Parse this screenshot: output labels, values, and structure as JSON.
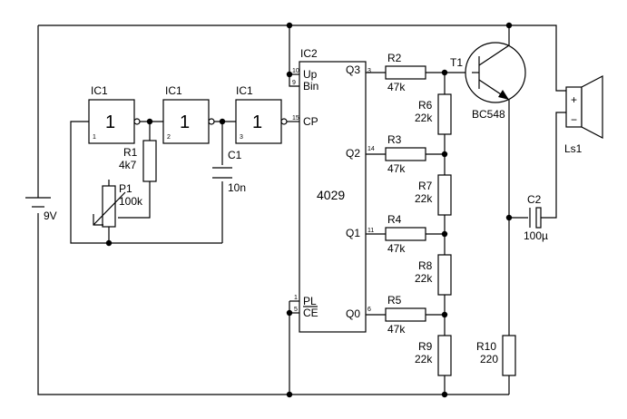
{
  "inverters": [
    {
      "label": "IC1",
      "symbol": "1",
      "pin": "1"
    },
    {
      "label": "IC1",
      "symbol": "1",
      "pin": "2"
    },
    {
      "label": "IC1",
      "symbol": "1",
      "pin": "3"
    }
  ],
  "ic2": {
    "label": "IC2",
    "part": "4029",
    "pins": {
      "up": {
        "num": "10",
        "name": "Up"
      },
      "bin": {
        "num": "9",
        "name": "Bin"
      },
      "cp": {
        "num": "15",
        "name": "CP"
      },
      "pl": {
        "num": "1",
        "name": "PL"
      },
      "ce": {
        "num": "5",
        "name": "CE"
      },
      "q3": {
        "num": "3",
        "name": "Q3"
      },
      "q2": {
        "num": "14",
        "name": "Q2"
      },
      "q1": {
        "num": "11",
        "name": "Q1"
      },
      "q0": {
        "num": "6",
        "name": "Q0"
      }
    }
  },
  "components": {
    "battery": {
      "value": "9V"
    },
    "r1": {
      "ref": "R1",
      "value": "4k7"
    },
    "p1": {
      "ref": "P1",
      "value": "100k"
    },
    "c1": {
      "ref": "C1",
      "value": "10n"
    },
    "r2": {
      "ref": "R2",
      "value": "47k"
    },
    "r3": {
      "ref": "R3",
      "value": "47k"
    },
    "r4": {
      "ref": "R4",
      "value": "47k"
    },
    "r5": {
      "ref": "R5",
      "value": "47k"
    },
    "r6": {
      "ref": "R6",
      "value": "22k"
    },
    "r7": {
      "ref": "R7",
      "value": "22k"
    },
    "r8": {
      "ref": "R8",
      "value": "22k"
    },
    "r9": {
      "ref": "R9",
      "value": "22k"
    },
    "r10": {
      "ref": "R10",
      "value": "220"
    },
    "t1": {
      "ref": "T1",
      "value": "BC548"
    },
    "c2": {
      "ref": "C2",
      "value": "100µ"
    },
    "ls1": {
      "ref": "Ls1",
      "plus": "+",
      "minus": "−"
    }
  }
}
